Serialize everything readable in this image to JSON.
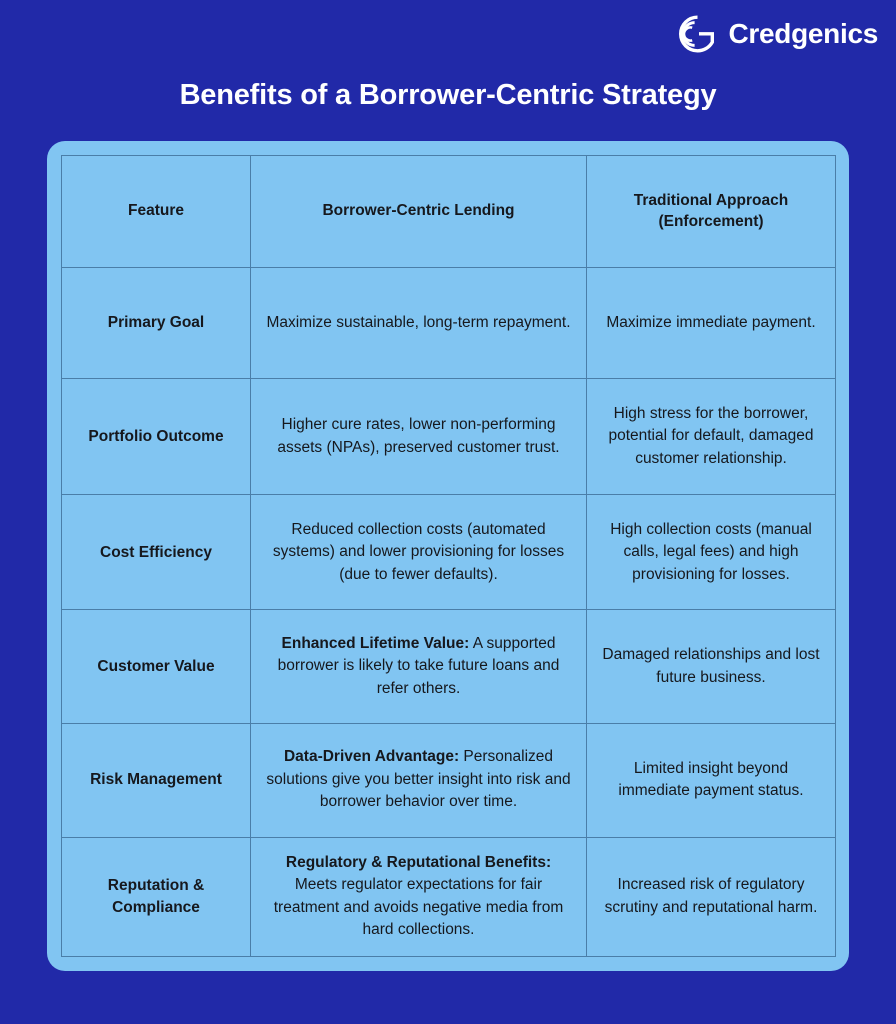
{
  "brand": {
    "name": "Credgenics",
    "logo_icon": "credgenics-g-logo-icon"
  },
  "page": {
    "title": "Benefits of a Borrower-Centric Strategy"
  },
  "colors": {
    "background": "#2129a8",
    "card": "#81c5f2",
    "cell": "#81c5f2",
    "grid_line": "#4a7ea8",
    "text": "#16181d",
    "title_text": "#ffffff"
  },
  "table": {
    "columns": [
      "Feature",
      "Borrower-Centric Lending",
      "Traditional Approach (Enforcement)"
    ],
    "column_headers": [
      {
        "label": "Feature",
        "lines": [
          "Feature"
        ]
      },
      {
        "label": "Borrower-Centric Lending",
        "lines": [
          "Borrower-Centric Lending"
        ]
      },
      {
        "label": "Traditional Approach (Enforcement)",
        "lines": [
          "Traditional Approach",
          "(Enforcement)"
        ]
      }
    ],
    "rows": [
      {
        "feature": "Primary Goal",
        "borrower_centric_lead": "",
        "borrower_centric": "Maximize sustainable, long-term repayment.",
        "traditional": "Maximize immediate payment."
      },
      {
        "feature": "Portfolio Outcome",
        "borrower_centric_lead": "",
        "borrower_centric": "Higher cure rates, lower non-performing assets (NPAs), preserved customer trust.",
        "traditional": "High stress for the borrower, potential for default, damaged customer relationship."
      },
      {
        "feature": "Cost Efficiency",
        "borrower_centric_lead": "",
        "borrower_centric": "Reduced collection costs (automated systems) and lower provisioning for losses (due to fewer defaults).",
        "traditional": "High collection costs (manual calls, legal fees) and high provisioning for losses."
      },
      {
        "feature": "Customer Value",
        "borrower_centric_lead": "Enhanced Lifetime Value:",
        "borrower_centric": "A supported borrower is likely to take future loans and refer others.",
        "traditional": "Damaged relationships and lost future business."
      },
      {
        "feature": "Risk Management",
        "borrower_centric_lead": "Data-Driven Advantage:",
        "borrower_centric": "Personalized solutions give you better insight into risk and borrower behavior over time.",
        "traditional": "Limited insight beyond immediate payment status."
      },
      {
        "feature": "Reputation & Compliance",
        "borrower_centric_lead": "Regulatory & Reputational Benefits:",
        "borrower_centric": "Meets regulator expectations for fair treatment and avoids negative media from hard collections.",
        "traditional": "Increased risk of regulatory scrutiny and reputational harm."
      }
    ]
  }
}
